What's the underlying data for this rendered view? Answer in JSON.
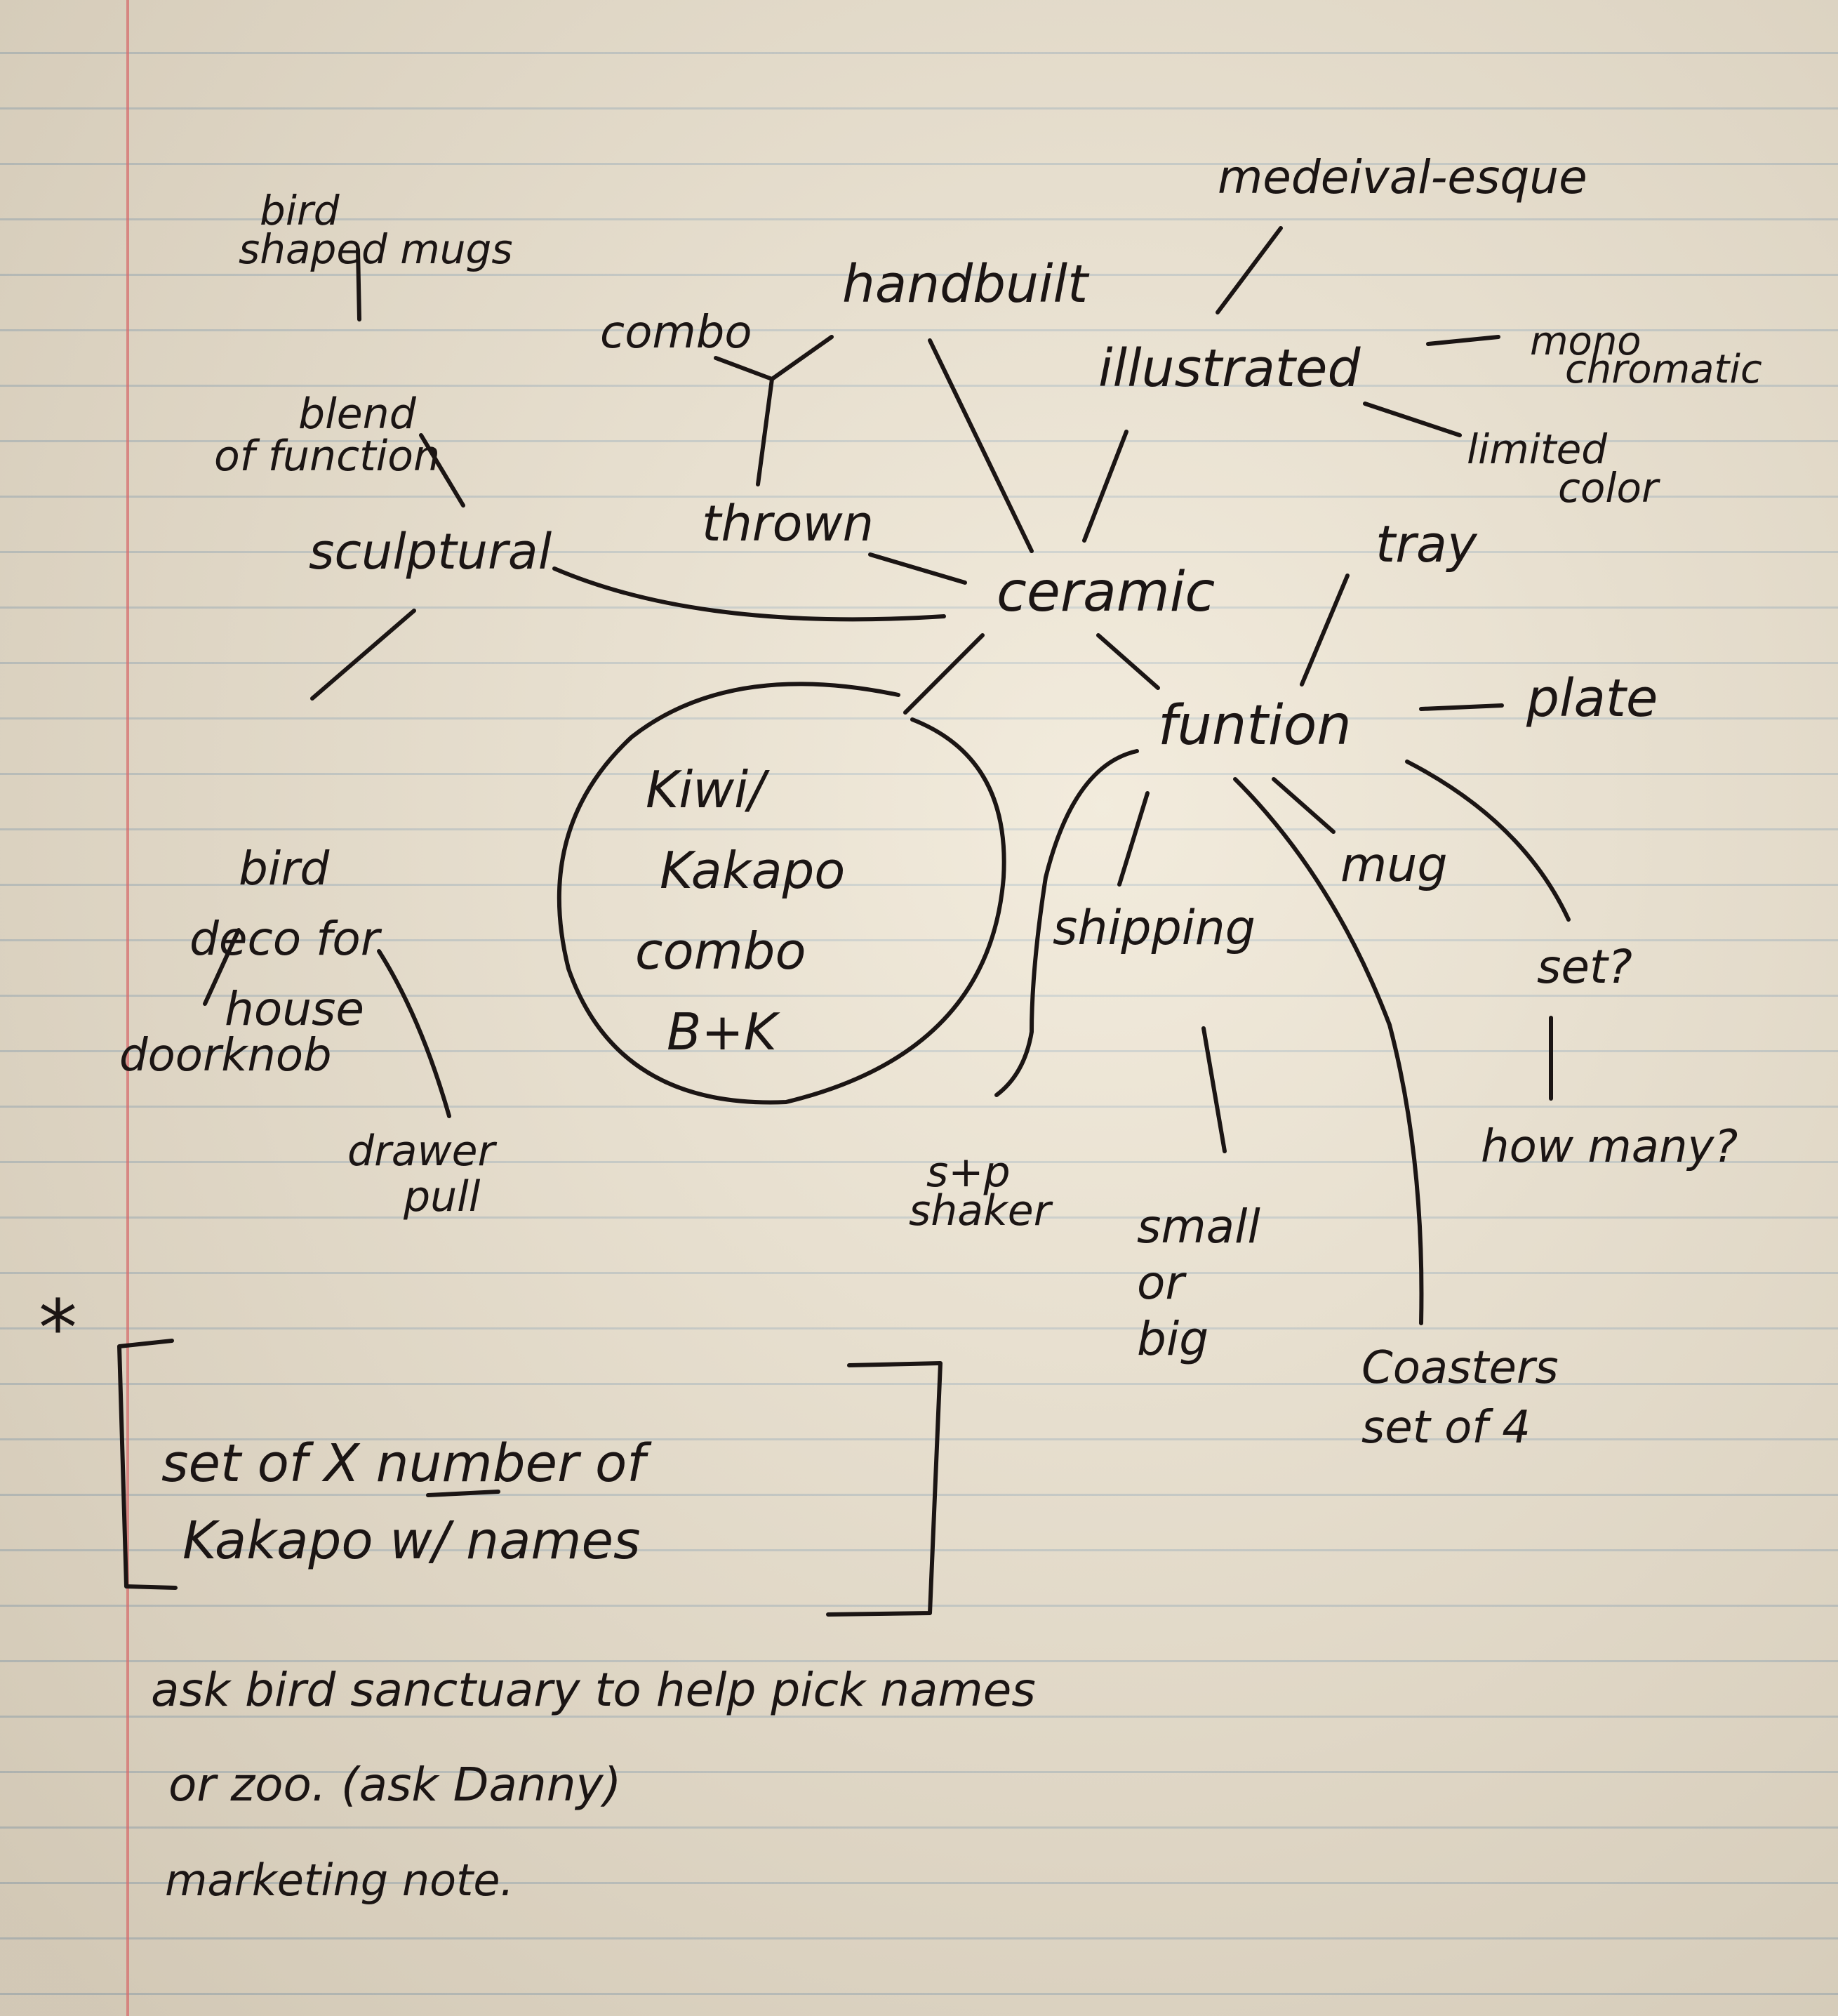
{
  "center": "ceramic",
  "nodes": {
    "bird_shaped_mugs": "bird shaped mugs",
    "blend_of_function": "blend of function",
    "sculptural": "sculptural",
    "bird_deco": "bird deco for house",
    "doorknob": "doorknob",
    "drawer_pull": "drawer pull",
    "combo": "combo",
    "handbuilt": "handbuilt",
    "thrown": "thrown",
    "medieval_esque": "medeival-esque",
    "illustrated": "illustrated",
    "mono_chromatic": "mono chromatic",
    "limited_color": "limited color",
    "tray": "tray",
    "function": "funtion",
    "plate": "plate",
    "mug": "mug",
    "set": "set?",
    "how_many": "how many?",
    "shipping": "shipping",
    "small_or_big": "small or big",
    "s_p_shaker": "s+p shaker",
    "coasters": "Coasters set of 4",
    "kiwi_kakapo": "Kiwi/ Kakapo combo B+K"
  },
  "notes": {
    "asterisk": "*",
    "bracket_note": "set of X number of Kakapo w/ names",
    "bracket_x": "X",
    "ask_sanctuary": "ask bird sanctuary to help pick names or zoo. (ask Danny)",
    "marketing_note": "marketing note."
  },
  "colors": {
    "ink": "#1b1514",
    "paper": "#e3dac8",
    "rule_line": "#7896af",
    "margin_line": "#d66e6e"
  }
}
